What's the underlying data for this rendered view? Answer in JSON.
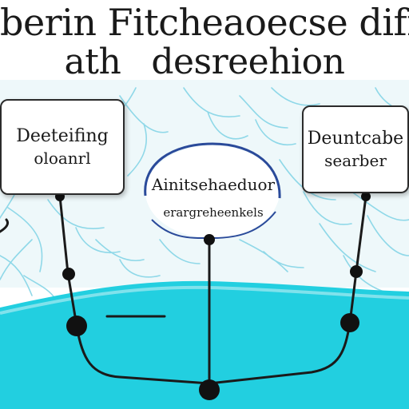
{
  "title": {
    "line1": "berin Fitcheaoecse difr",
    "line2_word1": "ath",
    "line2_word2": "desreehion"
  },
  "left_box": {
    "line1": "Deeteifing",
    "line2": "oloanrl"
  },
  "right_box": {
    "line1": "Deuntcabe",
    "line2": "searber"
  },
  "center_node": {
    "line1": "Ainitsehaeduor",
    "line2": "erargreheenkels"
  },
  "colors": {
    "water": "#22cfe0",
    "water_light": "#bfeff4",
    "sky": "#eef8fa",
    "branches": "#8fd8e8",
    "lines": "#1a1a1a",
    "circle_stroke": "#2a4a9a"
  }
}
